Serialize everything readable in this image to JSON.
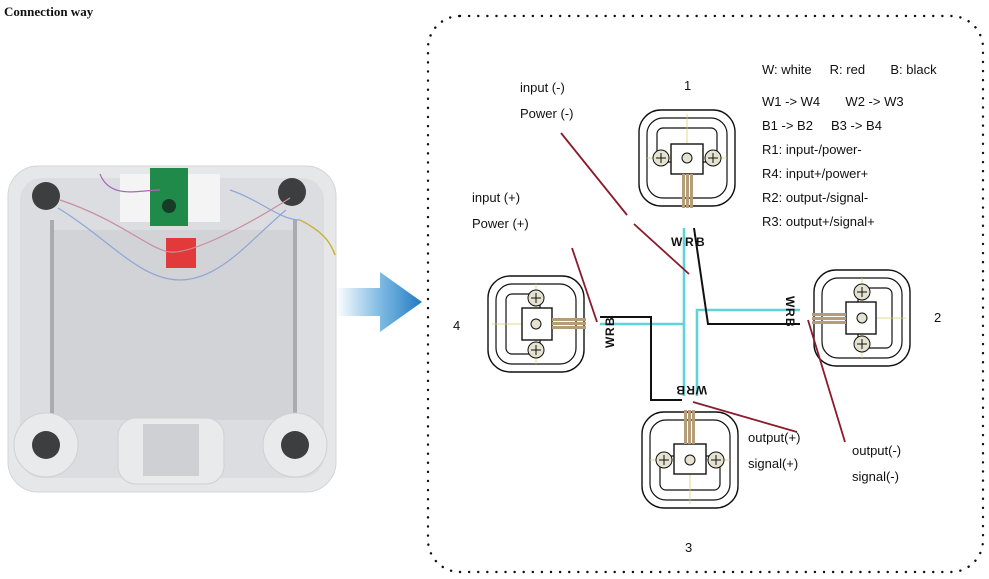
{
  "header": {
    "title": "Connection way"
  },
  "photo": {
    "subject": "bathroom scale underside with 4 load cells, control board and HX711 module"
  },
  "legend": {
    "colors": "W: white     R: red       B: black",
    "pair1": "W1 -> W4       W2 -> W3",
    "pair2": "B1 -> B2     B3 -> B4",
    "r1": "R1: input-/power-",
    "r4": "R4: input+/power+",
    "r2": "R2: output-/signal-",
    "r3": "R3: output+/signal+"
  },
  "cells": {
    "c1": "1",
    "c2": "2",
    "c3": "3",
    "c4": "4"
  },
  "wire_letters": {
    "w": "W",
    "r": "R",
    "b": "B"
  },
  "labels": {
    "input_minus": "input (-)",
    "power_minus": "Power (-)",
    "input_plus": "input (+)",
    "power_plus": "Power (+)",
    "output_plus": "output(+)",
    "signal_plus": "signal(+)",
    "output_minus": "output(-)",
    "signal_minus": "signal(-)"
  },
  "colors": {
    "white_wire": "#5fd3d8",
    "red_wire": "#8b1a2b",
    "black_wire": "#111111",
    "arrow": "#2e8fd0"
  }
}
